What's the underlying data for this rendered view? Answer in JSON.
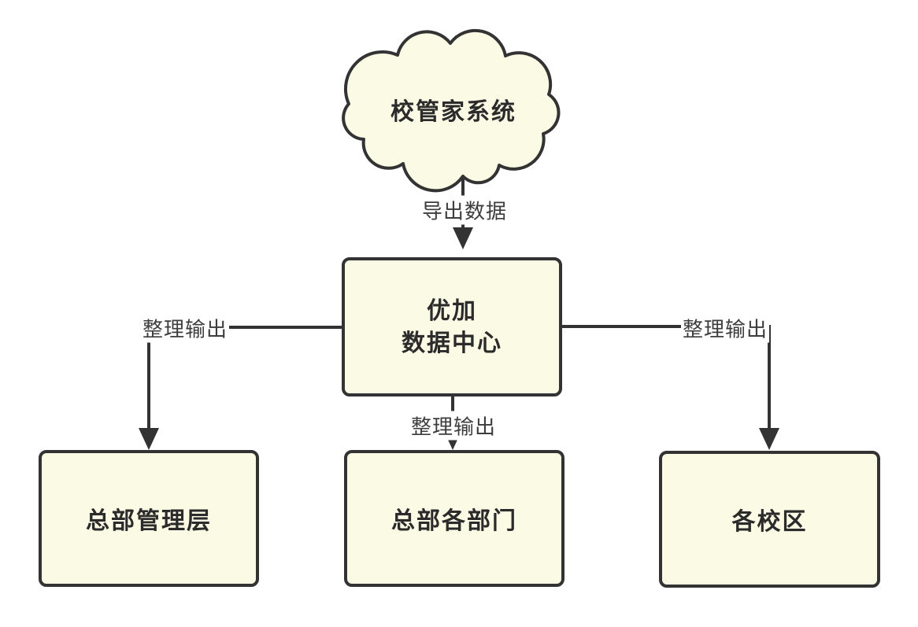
{
  "colors": {
    "background": "#ffffff",
    "node_fill": "#fbfbe5",
    "stroke": "#333333",
    "node_text": "#2b2b2b",
    "edge_text": "#3d3d3d"
  },
  "cloud": {
    "label": "校管家系统"
  },
  "center_node": {
    "line1": "优加",
    "line2": "数据中心"
  },
  "bottom_nodes": [
    {
      "label": "总部管理层"
    },
    {
      "label": "总部各部门"
    },
    {
      "label": "各校区"
    }
  ],
  "edge_labels": {
    "export": "导出数据",
    "left": "整理输出",
    "middle": "整理输出",
    "right": "整理输出"
  }
}
